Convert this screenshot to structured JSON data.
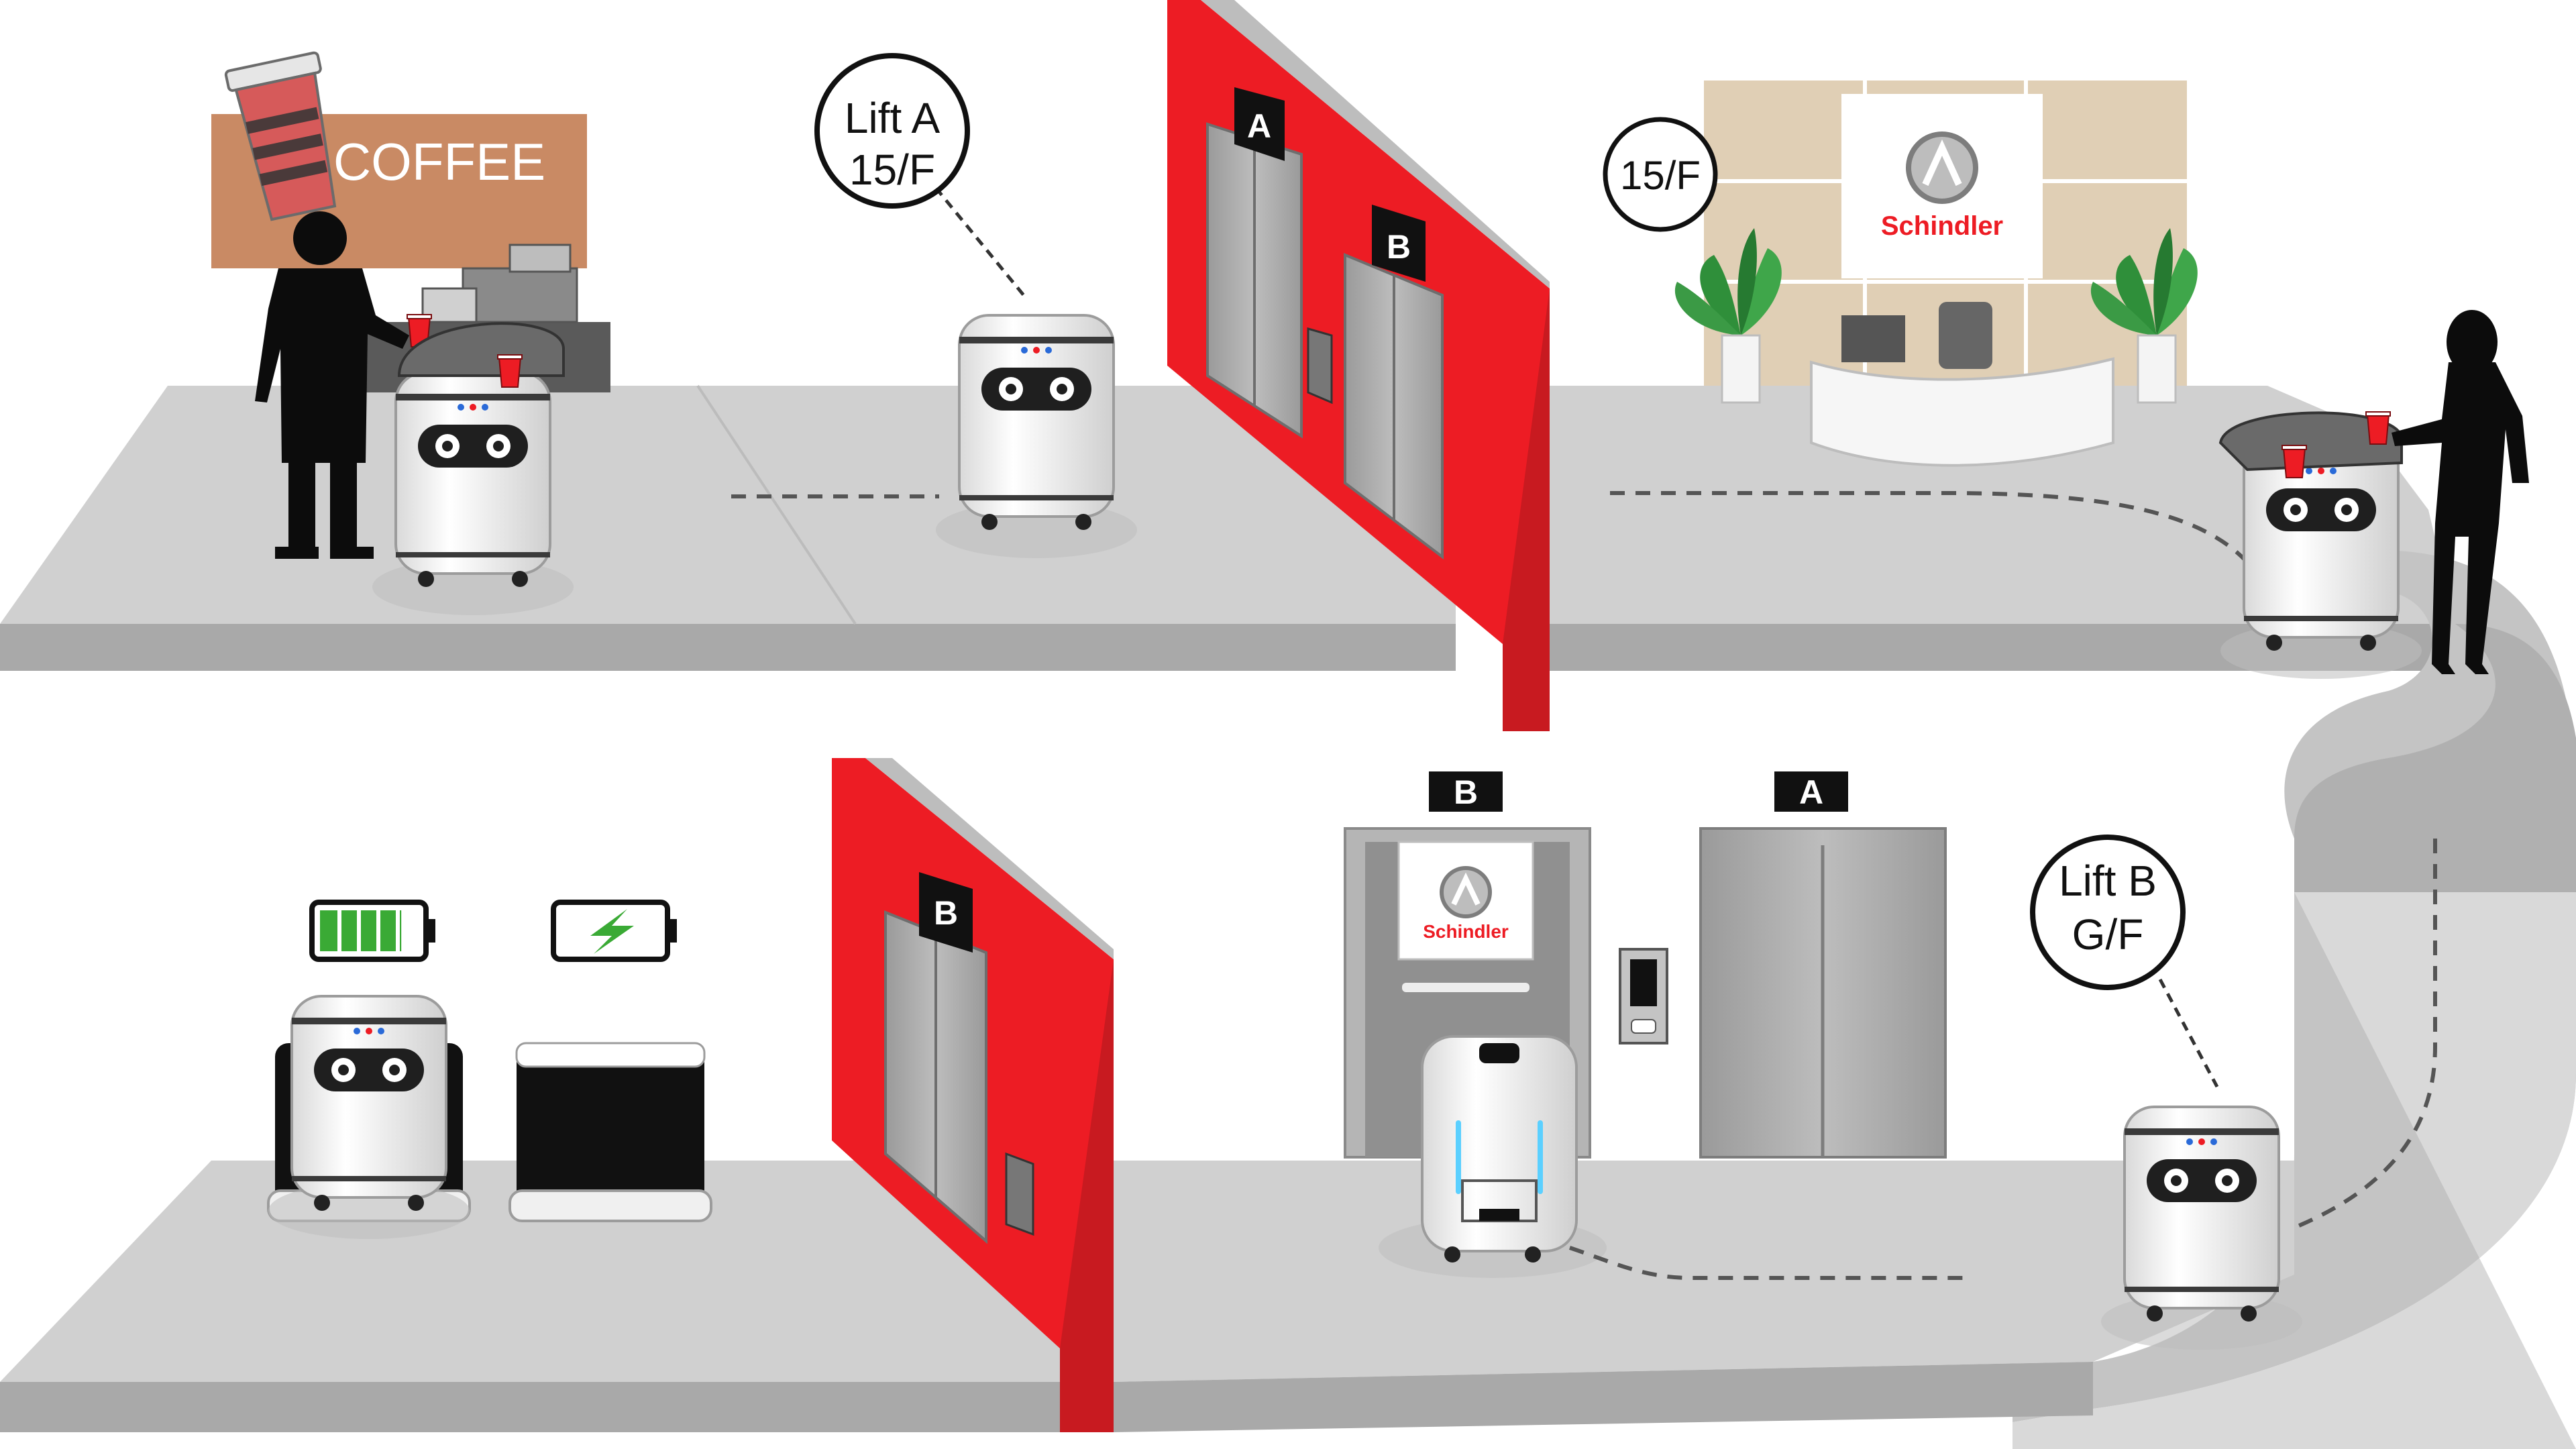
{
  "signs": {
    "coffee": "COFFEE",
    "floor_upper": "15/F",
    "brand_reception": "Schindler",
    "brand_elevator": "Schindler"
  },
  "callouts": {
    "lift_a_line1": "Lift A",
    "lift_a_line2": "15/F",
    "lift_b_line1": "Lift B",
    "lift_b_line2": "G/F"
  },
  "elevator_labels": {
    "upper_a": "A",
    "upper_b": "B",
    "lower_side_b": "B",
    "lower_front_b": "B",
    "lower_front_a": "A"
  },
  "battery": {
    "charge_level": 0.83,
    "charge_color": "#3aaa35",
    "charging_icon_color": "#3aaa35"
  },
  "colors": {
    "accent_red": "#ed1c24",
    "floor_gray": "#d0d0d0",
    "floor_edge": "#a9a9a9",
    "path_gray": "#c4c4c4",
    "coffee_sign": "#c98a64",
    "reception_wall": "#e0cfb5"
  }
}
